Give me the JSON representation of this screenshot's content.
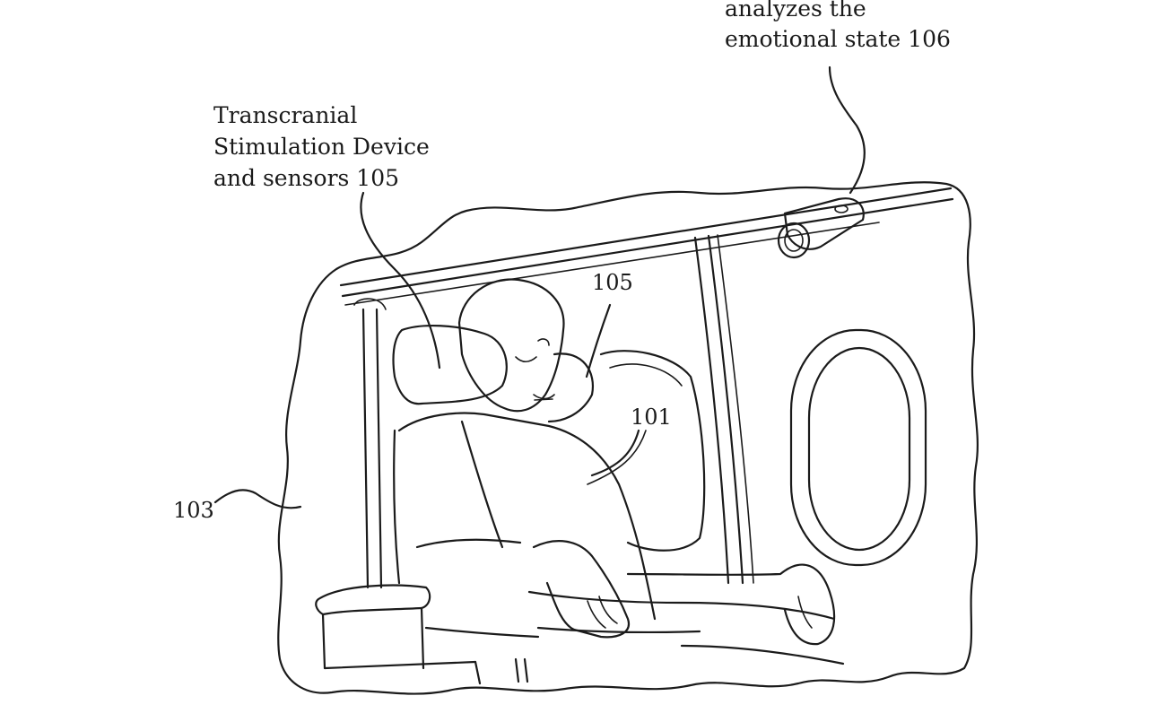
{
  "labels": {
    "camera_label_line1": "analyzes the",
    "camera_label_line2": "emotional state 106",
    "device_label_line1": "Transcranial",
    "device_label_line2": "Stimulation Device",
    "device_label_line3": "and sensors 105",
    "ref_105": "105",
    "ref_101": "101",
    "ref_103": "103"
  }
}
